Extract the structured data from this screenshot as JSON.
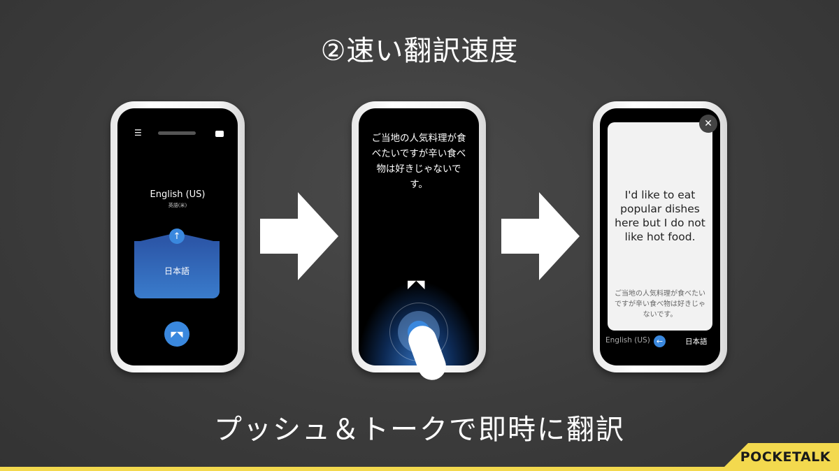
{
  "title": "②速い翻訳速度",
  "subtitle": "プッシュ＆トークで即時に翻訳",
  "phone1": {
    "source_lang": "English (US)",
    "source_lang_jp": "英語(米)",
    "target_lang": "日本語"
  },
  "phone2": {
    "spoken_text": "ご当地の人気料理が食べたいですが辛い食べ物は好きじゃないです。"
  },
  "phone3": {
    "translation": "I'd like to eat popular dishes here but I do not like hot food.",
    "original": "ご当地の人気料理が食べたいですが辛い食べ物は好きじゃないです。",
    "from_lang": "English (US)",
    "to_lang": "日本語",
    "close": "✕"
  },
  "logo": "POCKETALK",
  "colors": {
    "accent": "#3a88de",
    "brand": "#f3d94e"
  }
}
